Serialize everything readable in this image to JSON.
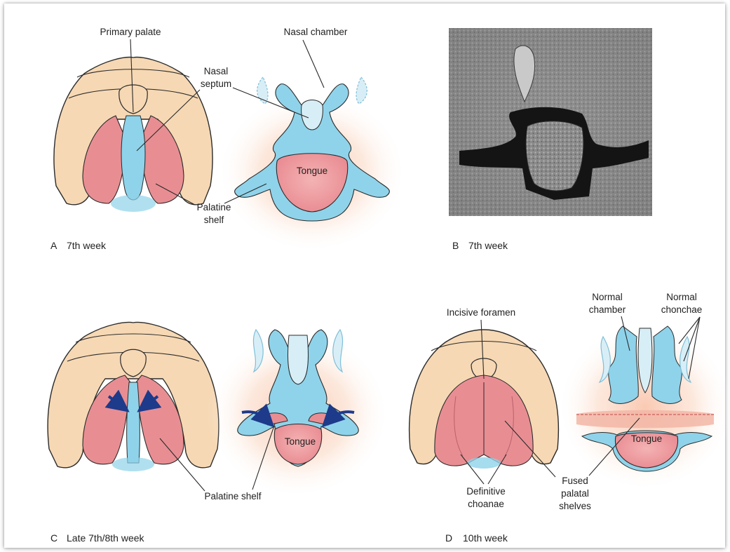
{
  "panels": {
    "A": {
      "letter": "A",
      "caption": "7th week",
      "labels": {
        "primary_palate": "Primary palate",
        "nasal_septum_1": "Nasal",
        "nasal_septum_2": "septum",
        "nasal_chamber": "Nasal chamber",
        "tongue": "Tongue",
        "palatine_shelf_1": "Palatine",
        "palatine_shelf_2": "shelf"
      }
    },
    "B": {
      "letter": "B",
      "caption": "7th week"
    },
    "C": {
      "letter": "C",
      "caption": "Late 7th/8th week",
      "labels": {
        "tongue": "Tongue",
        "palatine_shelf": "Palatine shelf"
      }
    },
    "D": {
      "letter": "D",
      "caption": "10th week",
      "labels": {
        "incisive_foramen": "Incisive foramen",
        "normal_chamber_1": "Normal",
        "normal_chamber_2": "chamber",
        "normal_chonchae_1": "Normal",
        "normal_chonchae_2": "chonchae",
        "tongue": "Tongue",
        "definitive_choanae_1": "Definitive",
        "definitive_choanae_2": "choanae",
        "fused_palatal_1": "Fused",
        "fused_palatal_2": "palatal",
        "fused_palatal_3": "shelves"
      }
    }
  },
  "colors": {
    "gum": "#f6d8b4",
    "gum_stroke": "#2b2b2b",
    "shelf": "#e88e93",
    "septum": "#8fd3ea",
    "glow": "#f7c7a8",
    "tongue": "#ee9fa3",
    "arrow": "#1e3a8a",
    "sem": "#8a8a8a"
  }
}
